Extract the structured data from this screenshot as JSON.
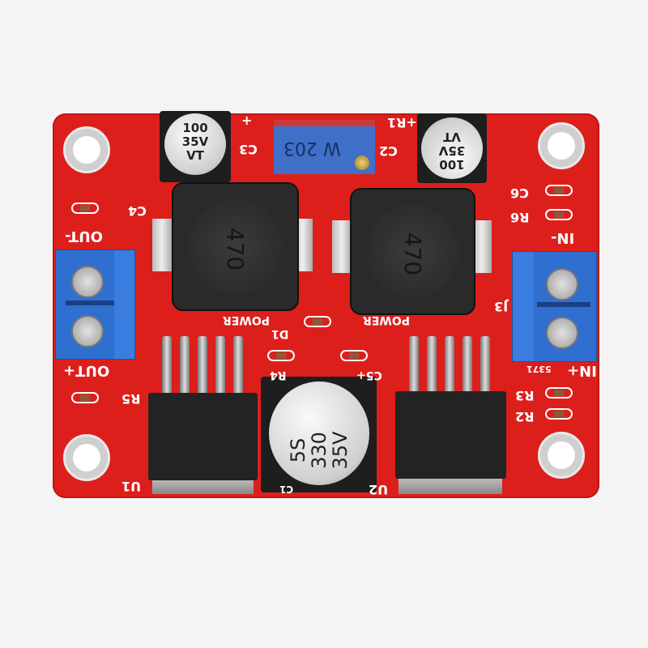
{
  "board": {
    "color": "#dd1f1c",
    "terminal_color": "#2f6fd0"
  },
  "capacitors": {
    "c3_text": [
      "100",
      "35V",
      "VT"
    ],
    "c2_text": [
      "100",
      "35V",
      "VT"
    ],
    "c1_text": [
      "5S",
      "330",
      "35V"
    ]
  },
  "potentiometer": {
    "text": "W 203"
  },
  "inductors": {
    "left": "470",
    "right": "470"
  },
  "silkscreen": {
    "out_minus": "OUT-",
    "out_plus": "OUT+",
    "in_minus": "IN-",
    "in_plus": "IN+",
    "c4": "C4",
    "r5": "R5",
    "c6": "C6",
    "r6": "R6",
    "j3": "J3",
    "r3": "R3",
    "r2": "R2",
    "power_left": "POWER",
    "power_right": "POWER",
    "d1": "D1",
    "r4": "R4",
    "c5": "C5+",
    "u1": "U1",
    "u2": "U2",
    "c1": "C1",
    "r1": "+R1",
    "c3": "C3",
    "c2": "C2",
    "plus": "+",
    "code": "5371"
  }
}
